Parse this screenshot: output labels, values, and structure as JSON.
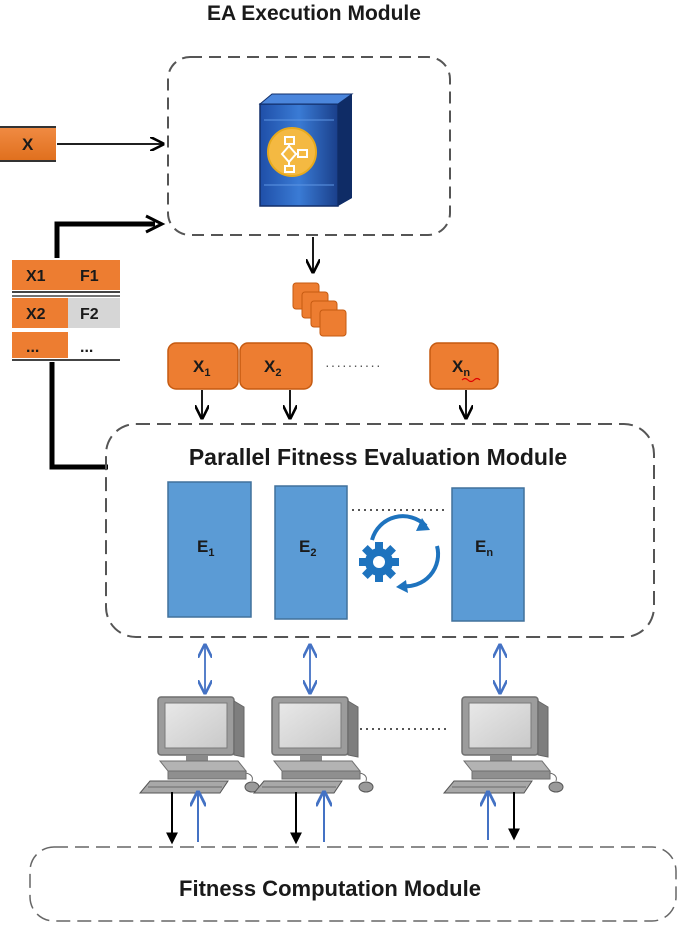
{
  "titles": {
    "ea_module": "EA Execution Module",
    "parallel_module": "Parallel  Fitness  Evaluation Module",
    "fitness_module": "Fitness  Computation Module"
  },
  "input_box": {
    "label": "X"
  },
  "table": {
    "rows": [
      {
        "x": "X1",
        "f": "F1"
      },
      {
        "x": "X2",
        "f": "F2"
      },
      {
        "x": "...",
        "f": "..."
      }
    ]
  },
  "individuals": {
    "items": [
      {
        "base": "X",
        "sub": "1"
      },
      {
        "base": "X",
        "sub": "2"
      },
      {
        "base": "X",
        "sub": "n"
      }
    ],
    "ellipsis": "··········"
  },
  "evaluators": {
    "items": [
      {
        "base": "E",
        "sub": "1"
      },
      {
        "base": "E",
        "sub": "2"
      },
      {
        "base": "E",
        "sub": "n"
      }
    ]
  },
  "colors": {
    "orange": "#ed7d31",
    "blue_box": "#5b9bd5",
    "arrow_blue": "#4472c4",
    "server_blue": "#2e5fb5",
    "gear_blue": "#1e73be",
    "computer_gray": "#a6a6a6"
  },
  "icons": [
    "server-icon",
    "stacked-squares-icon",
    "gear-cycle-icon",
    "computer-icon"
  ]
}
